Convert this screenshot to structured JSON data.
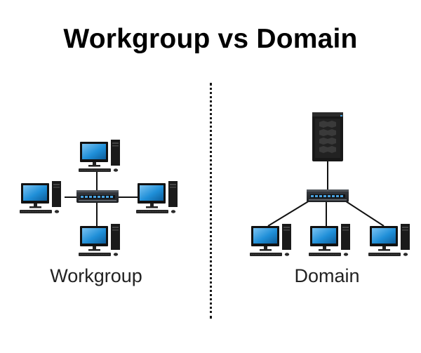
{
  "page": {
    "title": "Workgroup vs Domain"
  },
  "captions": {
    "workgroup": "Workgroup",
    "domain": "Domain"
  },
  "colors": {
    "screen": "#1f8fd8",
    "screen_highlight": "#7cc4f2",
    "device_dark": "#1c1c1c",
    "switch_body": "#2a2d31",
    "port_blue": "#4aa3e0",
    "cable": "#111111"
  },
  "icons": {
    "switch": "network-switch-icon",
    "computer": "desktop-computer-icon",
    "server": "tower-server-icon"
  }
}
